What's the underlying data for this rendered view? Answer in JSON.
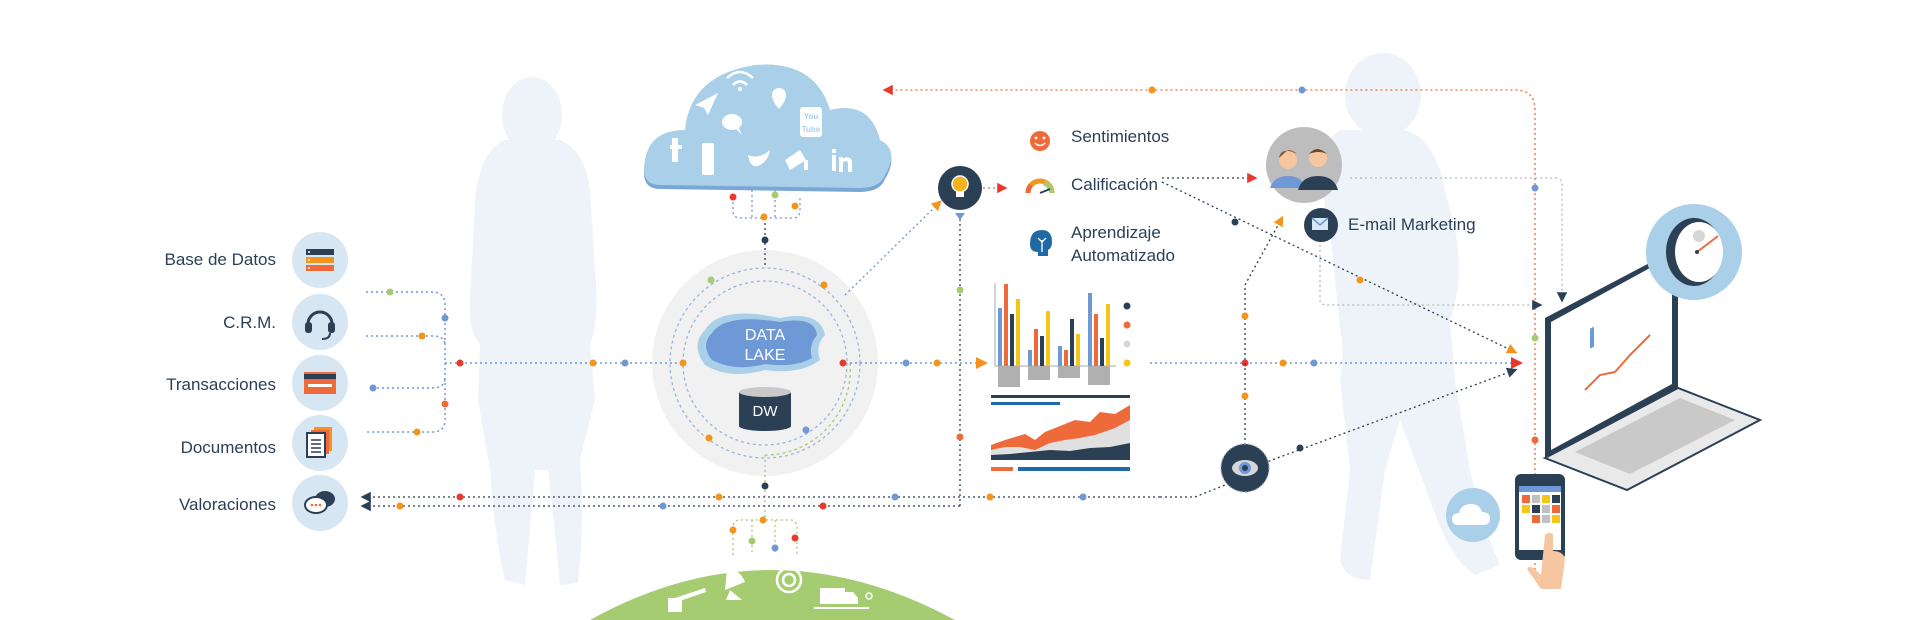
{
  "title": "Flujo de datos: fuentes, Data Lake, analítica y canales",
  "sources": [
    {
      "label": "Base de Datos",
      "icon": "database-icon"
    },
    {
      "label": "C.R.M.",
      "icon": "headset-icon"
    },
    {
      "label": "Transacciones",
      "icon": "credit-card-icon"
    },
    {
      "label": "Documentos",
      "icon": "documents-icon"
    },
    {
      "label": "Valoraciones",
      "icon": "chat-bubbles-icon"
    }
  ],
  "cloud": {
    "name": "social-cloud",
    "icons": [
      "paper-plane-icon",
      "wifi-icon",
      "location-pin-icon",
      "chat-bubble-icon",
      "youtube-icon",
      "facebook-icon",
      "traffic-light-icon",
      "twitter-icon",
      "security-camera-icon",
      "linkedin-icon"
    ],
    "youtube_text_top": "You",
    "youtube_text_bottom": "Tube",
    "facebook_text": "f",
    "linkedin_text": "in"
  },
  "hub": {
    "lake_line1": "DATA",
    "lake_line2": "LAKE",
    "warehouse": "DW"
  },
  "iot_ground": {
    "icons": [
      "barrier-gate-icon",
      "satellite-dish-icon",
      "radar-icon",
      "delivery-truck-icon"
    ]
  },
  "analytics": [
    {
      "label": "Sentimientos",
      "icon": "smiley-icon"
    },
    {
      "label": "Calificación",
      "icon": "gauge-icon"
    },
    {
      "label_line1": "Aprendizaje",
      "label_line2": "Automatizado",
      "icon": "brain-tree-icon"
    }
  ],
  "insight_icon": "lightbulb-icon",
  "monitor_icon": "eye-icon",
  "dashboard": {
    "legend_colors": [
      "#2b3f55",
      "#ef6a3a",
      "#d6d6d6",
      "#f5c518"
    ]
  },
  "customers": {
    "icon": "customers-avatar-icon"
  },
  "email": {
    "label": "E-mail Marketing",
    "icon": "email-icon"
  },
  "channels": {
    "laptop_icon": "laptop-dashboard-icon",
    "clock_icon": "clock-icon",
    "mobile_icon": "smartphone-icon",
    "cloud_icon": "cloud-icon"
  },
  "colors": {
    "navy": "#2b3f55",
    "light_blue": "#a9d0e8",
    "pale_blue": "#d6e6f3",
    "orange": "#f4941c",
    "red": "#e8392a",
    "green": "#a6cc72",
    "blue_dot": "#6f98d6",
    "silhouette": "#eef3f9",
    "hub_bg": "#f1f1f1"
  }
}
